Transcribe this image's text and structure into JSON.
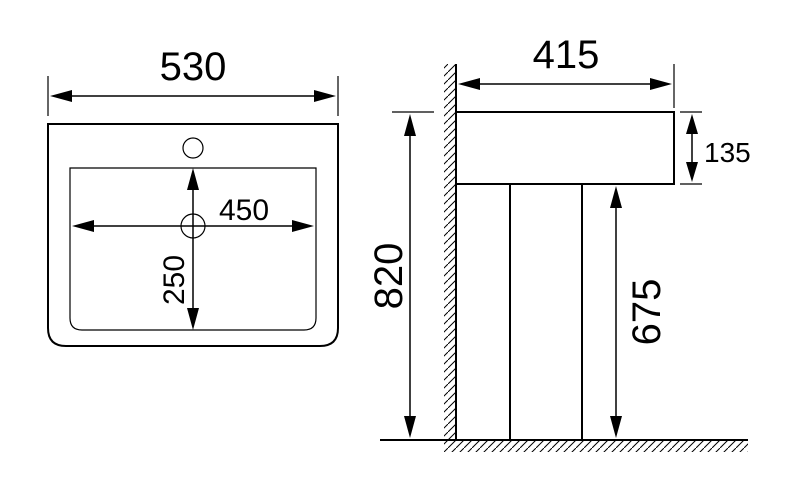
{
  "dimensions": {
    "overall_width": "530",
    "inner_width": "450",
    "inner_depth": "250",
    "projection": "415",
    "basin_height": "135",
    "total_height": "820",
    "pedestal_height": "675"
  },
  "colors": {
    "line": "#000000",
    "background": "#ffffff"
  }
}
